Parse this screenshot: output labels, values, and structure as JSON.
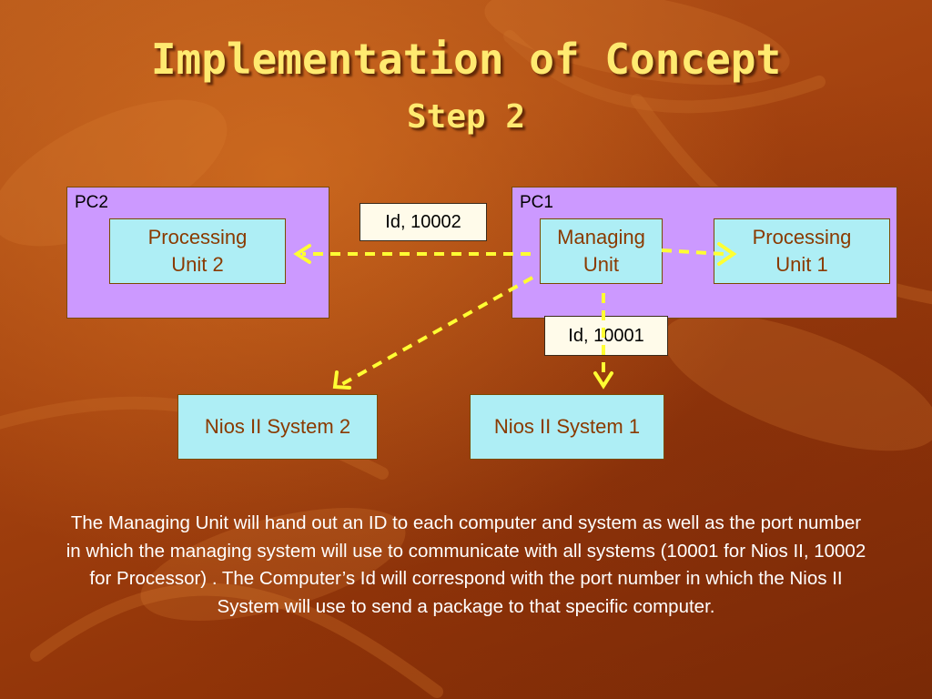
{
  "slide": {
    "title": "Implementation of Concept",
    "subtitle": "Step 2"
  },
  "colors": {
    "pc_box": "#cc99ff",
    "unit_box": "#aeeef5",
    "arrow": "#ffff33",
    "title": "#ffea70"
  },
  "diagram": {
    "pc2": {
      "label": "PC2",
      "processing_unit": "Processing\nUnit 2"
    },
    "pc1": {
      "label": "PC1",
      "managing_unit": "Managing\nUnit",
      "processing_unit": "Processing\nUnit 1"
    },
    "nios2": "Nios II System 2",
    "nios1": "Nios II System 1",
    "id_10002": "Id, 10002",
    "id_10001": "Id, 10001"
  },
  "description": "The Managing Unit will hand out an ID to each computer and system as well as the port number in which the managing system will use to communicate with all systems (10001 for Nios II, 10002 for Processor) . The Computer’s Id will correspond with the port number in which the Nios II System will use to send a package to that specific computer."
}
